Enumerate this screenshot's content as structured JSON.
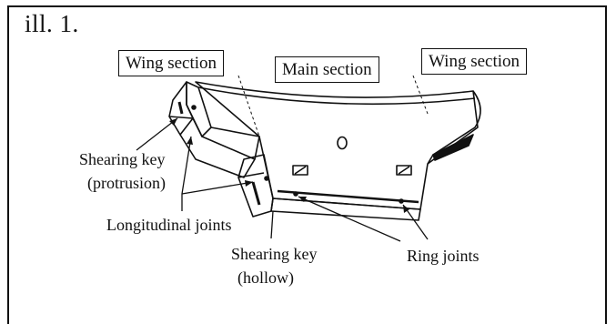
{
  "figure": {
    "label": "ill. 1."
  },
  "sections": {
    "wing_left": "Wing section",
    "main": "Main section",
    "wing_right": "Wing section"
  },
  "callouts": {
    "shearing_key_protrusion_line1": "Shearing key",
    "shearing_key_protrusion_line2": "(protrusion)",
    "longitudinal_joints": "Longitudinal joints",
    "shearing_key_hollow_line1": "Shearing key",
    "shearing_key_hollow_line2": "(hollow)",
    "ring_joints": "Ring joints"
  }
}
